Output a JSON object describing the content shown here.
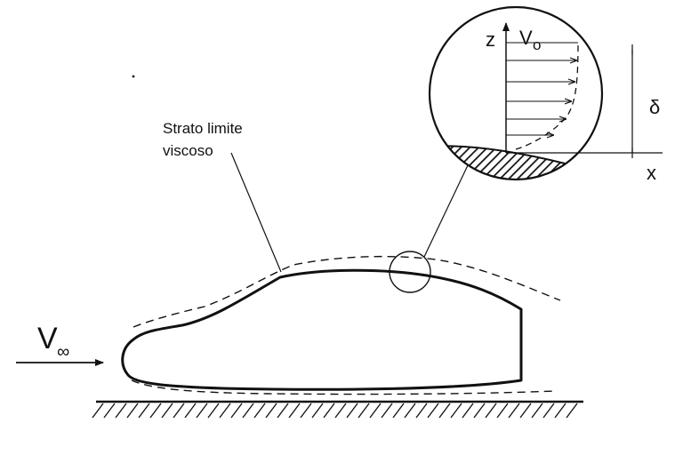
{
  "labels": {
    "boundary_layer_line1": "Strato limite",
    "boundary_layer_line2": "viscoso",
    "freestream_symbol": "V",
    "freestream_subscript": "∞",
    "axis_z": "z",
    "axis_x": "x",
    "outer_velocity_symbol": "V",
    "outer_velocity_subscript": "o",
    "thickness_symbol": "δ"
  }
}
